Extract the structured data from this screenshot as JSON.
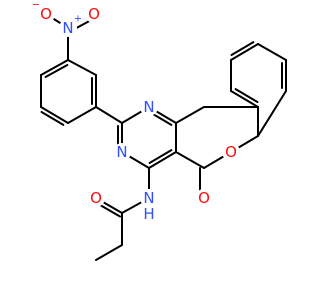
{
  "colors": {
    "bond": "#000000",
    "background": "#ffffff",
    "nitrogen": "#3050f8",
    "oxygen": "#ff0d0d",
    "carbon": "#000000"
  },
  "atoms": [
    {
      "id": "n_nitro",
      "text": "N",
      "charge": "+",
      "color": "nitrogen"
    },
    {
      "id": "o_nitro_1",
      "text": "O",
      "charge": "−",
      "color": "oxygen"
    },
    {
      "id": "o_nitro_2",
      "text": "O",
      "charge": "",
      "color": "oxygen"
    },
    {
      "id": "n_pyr_1",
      "text": "N",
      "charge": "",
      "color": "nitrogen"
    },
    {
      "id": "n_pyr_2",
      "text": "N",
      "charge": "",
      "color": "nitrogen"
    },
    {
      "id": "o_ring",
      "text": "O",
      "charge": "",
      "color": "oxygen"
    },
    {
      "id": "o_lactone",
      "text": "O",
      "charge": "",
      "color": "oxygen"
    },
    {
      "id": "n_amide",
      "text": "N",
      "charge": "",
      "color": "nitrogen"
    },
    {
      "id": "h_amide",
      "text": "H",
      "charge": "",
      "color": "nitrogen"
    },
    {
      "id": "o_amide",
      "text": "O",
      "charge": "",
      "color": "oxygen"
    }
  ]
}
